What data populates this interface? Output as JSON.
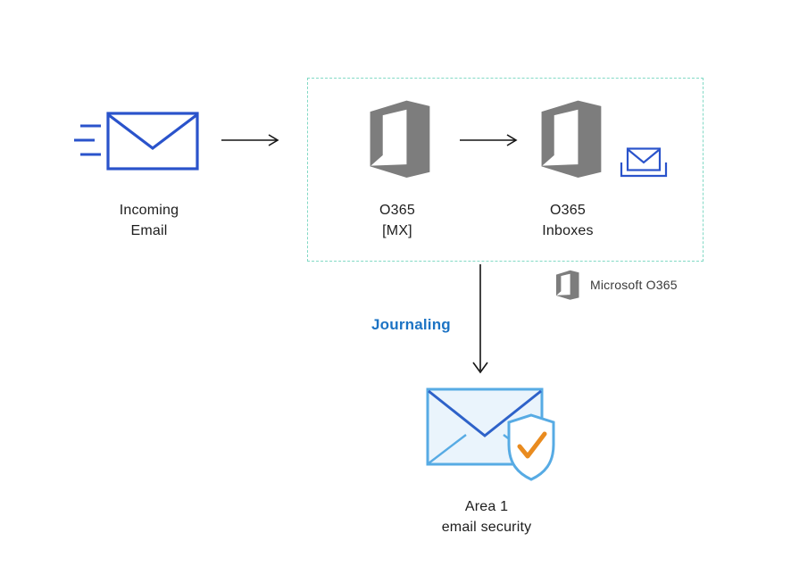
{
  "nodes": {
    "incoming_email": {
      "label": "Incoming\nEmail"
    },
    "o365_mx": {
      "label": "O365\n[MX]"
    },
    "o365_inboxes": {
      "label": "O365\nInboxes"
    },
    "area1": {
      "label": "Area 1\nemail security"
    }
  },
  "legend": {
    "label": "Microsoft O365"
  },
  "flow": {
    "journaling": "Journaling"
  },
  "colors": {
    "envelope_blue": "#2a53cb",
    "office_gray": "#7d7d7d",
    "dash_teal": "#82d9c5",
    "journaling_blue": "#1c73c4",
    "light_blue": "#57abe4",
    "light_blue_fill": "#eaf4fc",
    "flap_blue": "#2e62c9",
    "check_orange": "#e98b1f",
    "arrow_black": "#141414",
    "text_dark": "#1d1d1d"
  }
}
